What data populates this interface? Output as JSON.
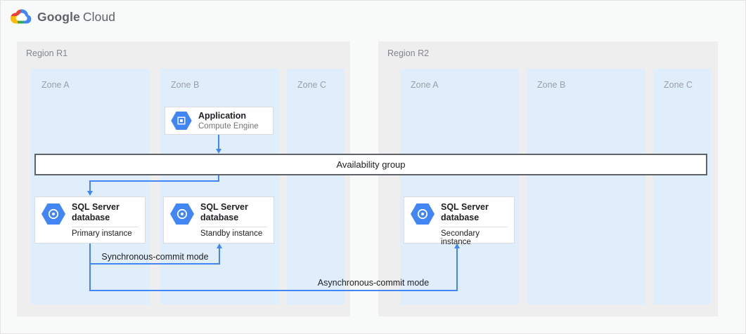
{
  "header": {
    "logo": {
      "brand": "Google",
      "product": "Cloud"
    }
  },
  "regions": [
    {
      "label": "Region R1",
      "zones": [
        {
          "label": "Zone A"
        },
        {
          "label": "Zone B"
        },
        {
          "label": "Zone C"
        }
      ]
    },
    {
      "label": "Region R2",
      "zones": [
        {
          "label": "Zone A"
        },
        {
          "label": "Zone B"
        },
        {
          "label": "Zone C"
        }
      ]
    }
  ],
  "nodes": {
    "application": {
      "title": "Application",
      "subtitle": "Compute Engine"
    },
    "availability_group": {
      "label": "Availability group"
    },
    "sql_primary": {
      "title": "SQL Server database",
      "instance": "Primary instance"
    },
    "sql_standby": {
      "title": "SQL Server database",
      "instance": "Standby instance"
    },
    "sql_secondary": {
      "title": "SQL Server database",
      "instance": "Secondary instance"
    }
  },
  "connectors": {
    "sync": {
      "label": "Synchronous-commit mode"
    },
    "async": {
      "label": "Asynchronous-commit mode"
    }
  },
  "colors": {
    "connector_blue": "#4285F4",
    "hexagon_blue": "#4285F4",
    "zone_bg": "#E0EEFC",
    "region_bg": "#EEEEEE",
    "bar_border": "#5F6368",
    "logo_red": "#EA4335",
    "logo_yellow": "#FBBC05",
    "logo_green": "#34A853",
    "logo_blue": "#4285F4"
  }
}
